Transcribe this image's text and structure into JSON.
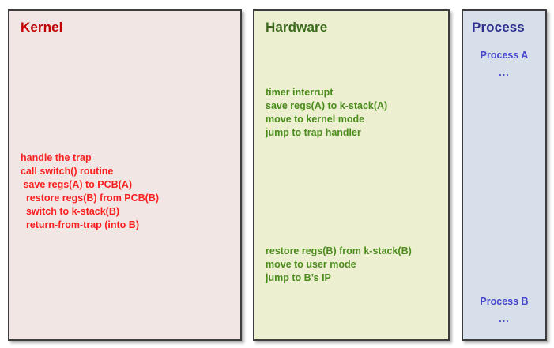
{
  "diagram": {
    "panels": [
      {
        "id": "kernel",
        "title": "Kernel",
        "title_color": "#c00000",
        "body_color": "#fa2020",
        "background": "#f2e6e4",
        "border_color": "#3d3d3d",
        "steps": [
          "handle the trap",
          "call switch() routine",
          " save regs(A) to PCB(A)",
          "  restore regs(B) from PCB(B)",
          "  switch to k-stack(B)",
          "  return-from-trap (into B)"
        ]
      },
      {
        "id": "hardware",
        "title": "Hardware",
        "title_color": "#3c6b1e",
        "body_color": "#4c8c1e",
        "background": "#ecefd0",
        "border_color": "#3d3d3d",
        "steps_top": [
          "timer interrupt",
          "save regs(A) to k-stack(A)",
          "move to kernel mode",
          "jump to trap handler"
        ],
        "steps_bottom": [
          "restore regs(B) from k-stack(B)",
          "move to user mode",
          "jump to B’s IP"
        ]
      },
      {
        "id": "process",
        "title": "Process",
        "title_color": "#2e2e91",
        "body_color": "#4646cd",
        "background": "#d7e0ea",
        "border_color": "#3d3d3d",
        "entries": [
          {
            "label": "Process A",
            "continuation": "..."
          },
          {
            "label": "Process B",
            "continuation": "..."
          }
        ]
      }
    ]
  }
}
